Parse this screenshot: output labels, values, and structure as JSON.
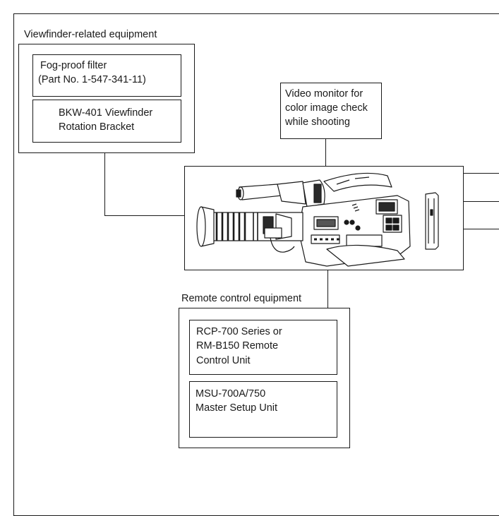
{
  "viewfinder_group": {
    "label": "Viewfinder-related equipment",
    "items": [
      {
        "lines": [
          "Fog-proof filter",
          "(Part No. 1-547-341-11)"
        ]
      },
      {
        "lines": [
          "BKW-401 Viewfinder",
          "Rotation Bracket"
        ]
      }
    ]
  },
  "video_monitor": {
    "lines": [
      "Video monitor for",
      "color image check",
      "while shooting"
    ]
  },
  "remote_group": {
    "label": "Remote control equipment",
    "items": [
      {
        "lines": [
          "RCP-700 Series or",
          "RM-B150 Remote",
          "Control Unit"
        ]
      },
      {
        "lines": [
          "MSU-700A/750",
          "Master Setup Unit"
        ]
      }
    ]
  },
  "colors": {
    "line": "#1a1a1a",
    "background": "#ffffff"
  },
  "icons": [
    "camcorder-illustration",
    "zoom-lens-illustration",
    "battery-pack-illustration"
  ]
}
